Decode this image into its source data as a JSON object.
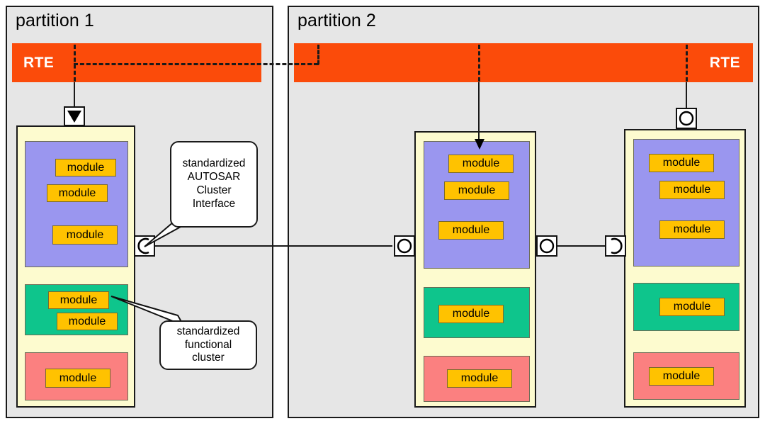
{
  "diagram": {
    "title_text": "AUTOSAR partition / functional cluster diagram",
    "colors": {
      "partition_bg": "#e6e6e6",
      "partition_border": "#1a1a1a",
      "rte": "#fb4b0a",
      "rte_text": "#ffffff",
      "cluster_bg": "#fdfbcf",
      "group_purple": "#9a96ef",
      "group_green": "#0ec58c",
      "group_red": "#fb8080",
      "module": "#ffc200",
      "callout_bg": "#ffffff"
    }
  },
  "partitions": [
    {
      "id": "partition-1",
      "label": "partition 1",
      "rte_label": "RTE",
      "rte_align": "left",
      "clusters": [
        {
          "id": "p1-cluster-1",
          "groups": [
            {
              "color": "purple",
              "modules": [
                {
                  "label": "module"
                },
                {
                  "label": "module"
                },
                {
                  "label": "module"
                }
              ]
            },
            {
              "color": "green",
              "modules": [
                {
                  "label": "module"
                },
                {
                  "label": "module"
                }
              ]
            },
            {
              "color": "red",
              "modules": [
                {
                  "label": "module"
                }
              ]
            }
          ]
        }
      ]
    },
    {
      "id": "partition-2",
      "label": "partition 2",
      "rte_label": "RTE",
      "rte_align": "right",
      "clusters": [
        {
          "id": "p2-cluster-1",
          "groups": [
            {
              "color": "purple",
              "modules": [
                {
                  "label": "module"
                },
                {
                  "label": "module"
                },
                {
                  "label": "module"
                }
              ]
            },
            {
              "color": "green",
              "modules": [
                {
                  "label": "module"
                }
              ]
            },
            {
              "color": "red",
              "modules": [
                {
                  "label": "module"
                }
              ]
            }
          ]
        },
        {
          "id": "p2-cluster-2",
          "groups": [
            {
              "color": "purple",
              "modules": [
                {
                  "label": "module"
                },
                {
                  "label": "module"
                },
                {
                  "label": "module"
                }
              ]
            },
            {
              "color": "green",
              "modules": [
                {
                  "label": "module"
                }
              ]
            },
            {
              "color": "red",
              "modules": [
                {
                  "label": "module"
                }
              ]
            }
          ]
        }
      ]
    }
  ],
  "callouts": [
    {
      "id": "callout-interface",
      "lines": [
        "standardized",
        "AUTOSAR",
        "Cluster",
        "Interface"
      ]
    },
    {
      "id": "callout-cluster",
      "lines": [
        "standardized",
        "functional",
        "cluster"
      ]
    }
  ],
  "connectors": [
    {
      "id": "p1-rte-to-cluster",
      "type": "triangle-down",
      "name": "required-interface-triangle"
    },
    {
      "id": "p1-cluster-socket",
      "type": "socket-right",
      "name": "socket-connector"
    },
    {
      "id": "p2-c1-left-ball",
      "type": "ball",
      "name": "ball-connector"
    },
    {
      "id": "p2-c1-right-ball",
      "type": "ball",
      "name": "ball-connector"
    },
    {
      "id": "p2-c2-left-socket",
      "type": "socket-left",
      "name": "socket-connector"
    },
    {
      "id": "p2-c2-top-ball",
      "type": "ball",
      "name": "ball-connector"
    }
  ]
}
